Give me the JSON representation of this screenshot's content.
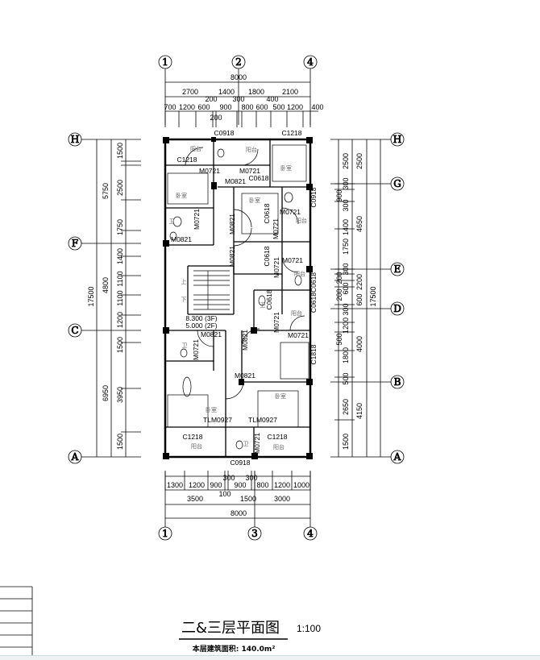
{
  "title": {
    "name": "二&三层平面图",
    "scale": "1:100",
    "area": "本层建筑面积: 140.0m²"
  },
  "axes": {
    "top": [
      "1",
      "2",
      "4"
    ],
    "bottom": [
      "1",
      "3",
      "4"
    ],
    "left": [
      "H",
      "F",
      "C",
      "A"
    ],
    "right": [
      "H",
      "G",
      "E",
      "D",
      "B",
      "A"
    ]
  },
  "dims": {
    "top_total": "8000",
    "top_mid": [
      "2700",
      "1400",
      "1800",
      "2100"
    ],
    "top_detail": [
      "700",
      "1200",
      "600",
      "200",
      "900",
      "300",
      "800",
      "600",
      "400",
      "500",
      "1200",
      "400",
      "200"
    ],
    "bottom_detail": [
      "1300",
      "1200",
      "900",
      "300",
      "900",
      "300",
      "800",
      "1200",
      "1000"
    ],
    "bottom_mid": [
      "3500",
      "100",
      "1500",
      "3000"
    ],
    "bottom_total": "8000",
    "left_detail": [
      "1500",
      "2500",
      "1750",
      "1400",
      "1100",
      "1100",
      "1200",
      "1500",
      "3950",
      "1500"
    ],
    "left_mid": [
      "5750",
      "4800",
      "6950"
    ],
    "left_total": "17500",
    "right_detail": [
      "2500",
      "300",
      "900",
      "300",
      "1400",
      "1750",
      "300",
      "200",
      "600",
      "200",
      "300",
      "1200",
      "500",
      "1800",
      "500",
      "2650",
      "1500"
    ],
    "right_mid": [
      "2500",
      "4650",
      "2200",
      "600",
      "4000",
      "4150"
    ],
    "right_total": "17500"
  },
  "openings": [
    "C0918",
    "C1218",
    "C1218",
    "M0721",
    "M0721",
    "C0618",
    "M0821",
    "C0918",
    "M0721",
    "M0821",
    "M0821",
    "C0618",
    "M0721",
    "M0721",
    "M0821",
    "M0721",
    "C0618",
    "M0721",
    "C0618C0618",
    "C0618",
    "M0721",
    "M0721",
    "M0821",
    "M0721",
    "M0821",
    "C1818",
    "M0821",
    "TLM0927",
    "TLM0927",
    "C1218",
    "C1218",
    "M0721",
    "C0918"
  ],
  "rooms": [
    "阳台",
    "阳台",
    "卧室",
    "卧室",
    "卫",
    "卧室",
    "阳台",
    "阳台",
    "卫",
    "阳台",
    "卫",
    "卧室",
    "卧室",
    "阳台",
    "卫",
    "阳台"
  ],
  "stairs": {
    "up": "上",
    "down": "下"
  },
  "levels": [
    "8.300 (3F)",
    "5.000 (2F)"
  ]
}
